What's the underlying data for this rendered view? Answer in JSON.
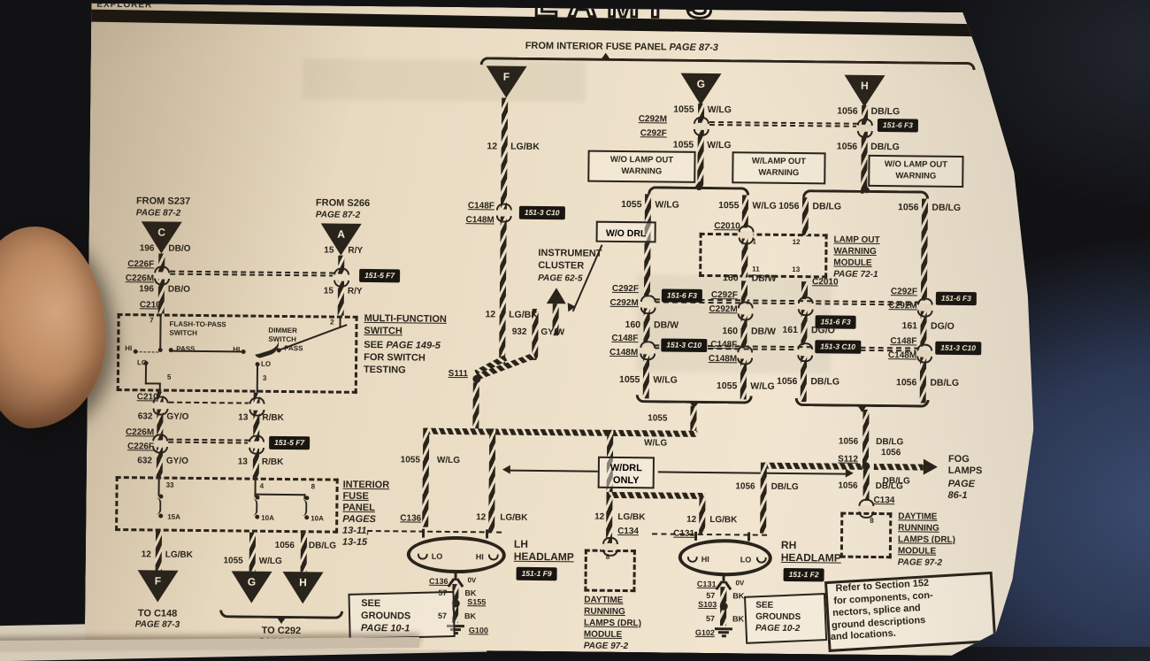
{
  "colors": {
    "paper": "#eadcc3",
    "ink": "#29241b",
    "tagbg": "#191611",
    "tagfg": "#f2e9d5"
  },
  "header": {
    "vehicle": "EXPLORER",
    "title_fragment": "LAMPS"
  },
  "s": {
    "c292f": "C292F",
    "c292m": "C292M",
    "c148f": "C148F",
    "c148m": "C148M",
    "c2010": "C2010",
    "c210": "C210",
    "c226f": "C226F",
    "c226m": "C226M",
    "c131": "C131",
    "c134": "C134",
    "c136": "C136",
    "s111": "S111",
    "s112": "S112",
    "s155": "S155",
    "s103": "S103",
    "g100": "G100",
    "g102": "G102",
    "t6f3": "151-6 F3",
    "t3c10": "151-3 C10",
    "t5f7": "151-5 F7",
    "g12": "12",
    "g13": "13",
    "g15": "15",
    "g57": "57",
    "g160": "160",
    "g161": "161",
    "g196": "196",
    "g632": "632",
    "g932": "932",
    "g1055": "1055",
    "g1056": "1056",
    "lgbk": "LG/BK",
    "wlg": "W/LG",
    "dblg": "DB/LG",
    "dbw": "DB/W",
    "dgo": "DG/O",
    "dbo": "DB/O",
    "ry": "R/Y",
    "gyo": "GY/O",
    "rbk": "R/BK",
    "gyw": "GY/W",
    "bk": "BK",
    "ov": "0V",
    "hi": "HI",
    "lo": "LO",
    "pass": "PASS"
  },
  "top": {
    "feed": "FROM INTERIOR FUSE PANEL",
    "feed_page": "PAGE 87-3",
    "warn_wo": "W/O LAMP OUT",
    "warn_w": "W/LAMP OUT",
    "warning": "WARNING",
    "tri_f": "F",
    "tri_g": "G",
    "tri_h": "H"
  },
  "module": {
    "p1": "1",
    "p12": "12",
    "p11": "11",
    "p13": "13",
    "l1": "LAMP OUT",
    "l2": "WARNING",
    "l3": "MODULE",
    "page": "PAGE 72-1"
  },
  "cluster": {
    "wo_drl": "W/O DRL",
    "l1": "INSTRUMENT",
    "l2": "CLUSTER",
    "page": "PAGE 62-5"
  },
  "mfs": {
    "t1": "MULTI-FUNCTION",
    "t2": "SWITCH",
    "see": "SEE",
    "page": "PAGE 149-5",
    "t3": "FOR SWITCH",
    "t4": "TESTING",
    "ftp1": "FLASH-TO-PASS",
    "ftp2": "SWITCH",
    "dim1": "DIMMER",
    "dim2": "SWITCH",
    "p7": "7",
    "p2": "2",
    "p5": "5",
    "p3": "3"
  },
  "left": {
    "s237": "FROM S237",
    "s266": "FROM S266",
    "page87_2": "PAGE 87-2",
    "tri_c": "C",
    "tri_a": "A"
  },
  "panel": {
    "l1": "INTERIOR",
    "l2": "FUSE",
    "l3": "PANEL",
    "l4": "PAGES",
    "l5": "13-11,",
    "l6": "13-15",
    "p33": "33",
    "p4": "4",
    "p8": "8",
    "f1": "15A",
    "f2": "10A",
    "f3": "10A"
  },
  "bottom_left": {
    "to_c148": "TO C148",
    "to_c292": "TO C292",
    "page87_3": "PAGE 87-3",
    "tri_f": "F",
    "tri_g": "G",
    "tri_h": "H"
  },
  "lamps": {
    "lh": "LH",
    "rh": "RH",
    "headlamp": "HEADLAMP",
    "lh_tag": "151-1 F9",
    "rh_tag": "151-1 F2"
  },
  "grounds": {
    "see": "SEE",
    "grounds": "GROUNDS",
    "page10_1": "PAGE 10-1",
    "page10_2": "PAGE 10-2"
  },
  "drl": {
    "l1": "DAYTIME",
    "l2": "RUNNING",
    "l3": "LAMPS (DRL)",
    "l4": "MODULE",
    "page": "PAGE 97-2",
    "p8": "8"
  },
  "wdrl": {
    "l1": "W/DRL",
    "l2": "ONLY"
  },
  "fog": {
    "l1": "FOG",
    "l2": "LAMPS",
    "l3": "PAGE",
    "l4": "86-1"
  },
  "note": {
    "l1": "Refer to Section 152",
    "l2": "for components, con-",
    "l3": "nectors, splice and",
    "l4": "ground descriptions",
    "l5": "and locations."
  }
}
